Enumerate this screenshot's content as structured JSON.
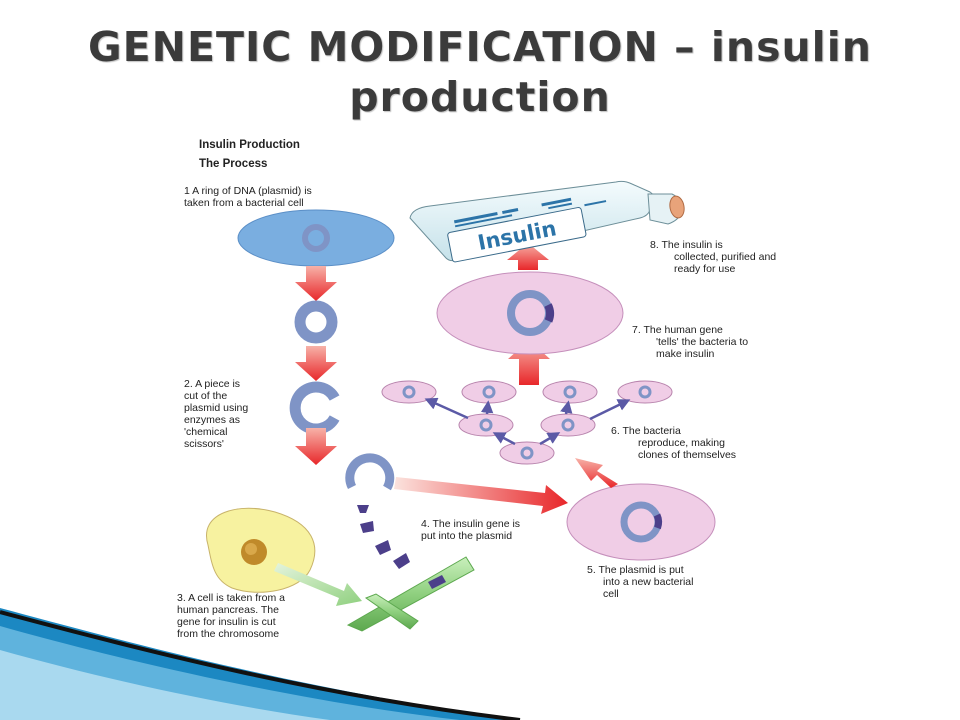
{
  "slide": {
    "title_line1": "GENETIC MODIFICATION – insulin",
    "title_line2": "production"
  },
  "diagram": {
    "header": "Insulin Production",
    "subheader": "The Process",
    "bottle_label": "Insulin",
    "steps": {
      "s1": [
        "1 A ring of DNA (plasmid) is",
        "taken from a bacterial cell"
      ],
      "s2": [
        "2. A piece is",
        "cut of the",
        "plasmid using",
        "enzymes as",
        "'chemical",
        "scissors'"
      ],
      "s3": [
        "3. A cell is taken from a",
        "human pancreas. The",
        "gene for insulin is cut",
        "from the chromosome"
      ],
      "s4": [
        "4. The insulin gene is",
        "put into the plasmid"
      ],
      "s5": [
        "5.   The plasmid is put",
        "into a new bacterial",
        "cell"
      ],
      "s6": [
        "6.   The bacteria",
        "reproduce, making",
        "clones of themselves"
      ],
      "s7": [
        "7.   The human gene",
        "'tells' the bacteria to",
        "make insulin"
      ],
      "s8": [
        "8.   The insulin is",
        "collected, purified and",
        "ready for use"
      ]
    }
  },
  "colors": {
    "arrow_red": "#e8272a",
    "plasmid_blue": "#7f94c6",
    "cell_blue": "#7aaee0",
    "cell_pink": "#f0cde6",
    "gene_purple": "#4c3f8a",
    "chromosome_green": "#8fd07f",
    "pancreas_yellow": "#f7f2a0",
    "decor_blue": "#1c88c2"
  }
}
